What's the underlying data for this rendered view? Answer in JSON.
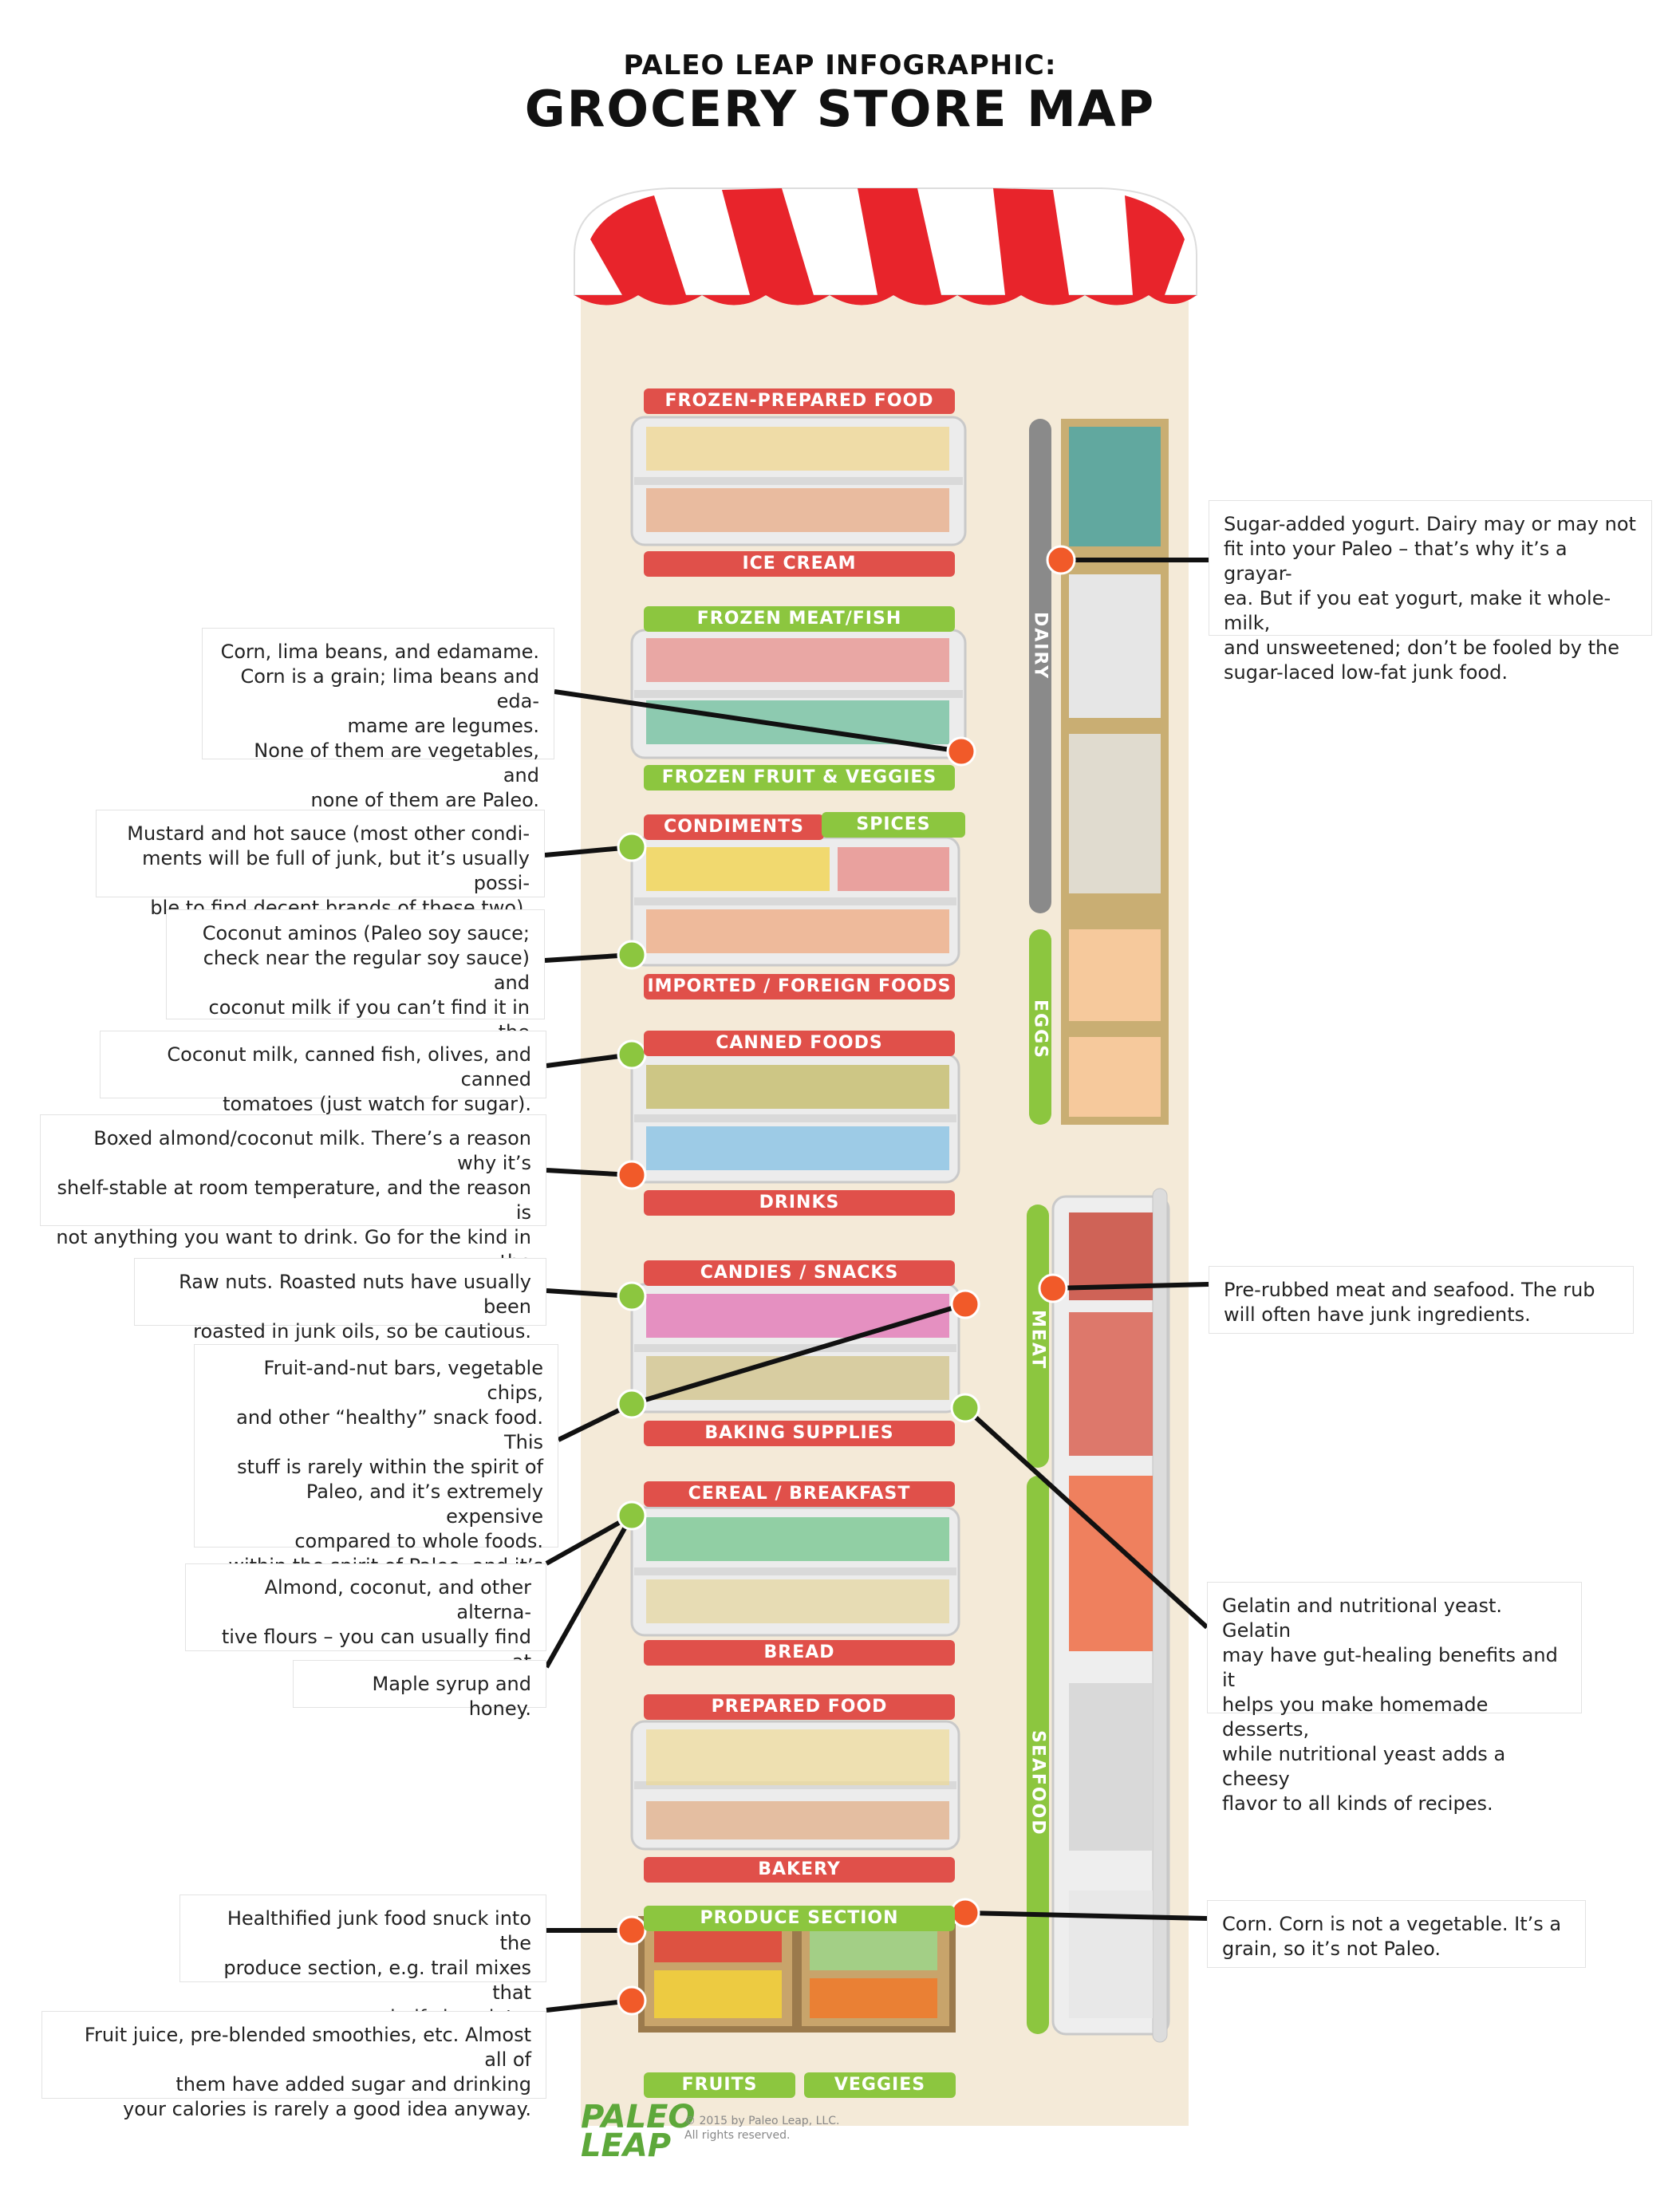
{
  "header": {
    "subtitle": "PALEO LEAP INFOGRAPHIC:",
    "title": "GROCERY STORE MAP"
  },
  "sections": {
    "frozen_prepared": "FROZEN-PREPARED FOOD",
    "ice_cream": "ICE CREAM",
    "frozen_meat": "FROZEN MEAT/FISH",
    "frozen_fruit": "FROZEN FRUIT & VEGGIES",
    "condiments": "CONDIMENTS",
    "spices": "SPICES",
    "imported": "IMPORTED / FOREIGN FOODS",
    "canned": "CANNED FOODS",
    "drinks": "DRINKS",
    "candies": "CANDIES / SNACKS",
    "baking": "BAKING SUPPLIES",
    "cereal": "CEREAL / BREAKFAST",
    "bread": "BREAD",
    "prepared": "PREPARED FOOD",
    "bakery": "BAKERY",
    "produce": "PRODUCE SECTION",
    "fruits": "FRUITS",
    "veggies": "VEGGIES",
    "dairy": "DAIRY",
    "eggs": "EGGS",
    "meat": "MEAT",
    "seafood": "SEAFOOD"
  },
  "notes": {
    "yogurt": "Sugar-added yogurt. Dairy may or may not\nfit into your Paleo – that’s why it’s a grayar-\nea. But if you eat yogurt, make it whole-milk,\nand unsweetened; don’t be fooled by the\nsugar-laced low-fat junk food.",
    "corn_lima": "Corn, lima beans, and edamame.\nCorn is a grain; lima beans and eda-\nmame are legumes.\nNone of them are vegetables, and\nnone of them are Paleo.",
    "mustard": "Mustard and hot sauce (most other condi-\nments will be full of junk, but it’s usually possi-\nble to find decent brands of these two).",
    "aminos": "Coconut aminos (Paleo soy sauce;\ncheck near the regular soy sauce) and\ncoconut milk if you can’t find it in the\ncanned foods.",
    "canned": "Coconut milk, canned fish, olives, and canned\ntomatoes (just watch for sugar).",
    "boxed_milk": "Boxed almond/coconut milk. There’s a reason why it’s\nshelf-stable at room temperature, and the reason is\nnot anything you want to drink. Go for the kind in the\nrefrigerator or canned section.",
    "raw_nuts": "Raw nuts. Roasted nuts have usually been\nroasted in junk oils, so be cautious.",
    "bars": "Fruit-and-nut bars, vegetable chips,\nand other “healthy” snack food. This\nstuff is rarely within the spirit of\nPaleo, and it’s extremely expensive\ncompared to whole foods.\nwithin the spirit of Paleo, and it’s ex-\ntremely expensive compared to\nwhole foods.",
    "flours": "Almond, coconut, and other alterna-\ntive flours – you can usually find at\nleast one or two kinds.",
    "maple": "Maple syrup and honey.",
    "healthified": "Healthified junk food snuck into the\nproduce section, e.g. trail mixes that\nare half chocolate.",
    "juice": "Fruit juice, pre-blended smoothies, etc. Almost all of\nthem have added sugar and drinking\nyour calories is rarely a good idea anyway.",
    "prerubbed": "Pre-rubbed meat and seafood. The rub\nwill often have junk ingredients.",
    "gelatin": "Gelatin and nutritional yeast. Gelatin\nmay have gut-healing benefits and it\nhelps you make homemade desserts,\nwhile nutritional yeast adds a cheesy\nflavor to all kinds of recipes.",
    "corn": "Corn. Corn is not a vegetable. It’s a\ngrain, so it’s not Paleo."
  },
  "footer": {
    "logo_top": "PALEO",
    "logo_bottom": "LEAP",
    "copyright": "© 2015 by Paleo Leap, LLC.",
    "rights": "All rights reserved."
  },
  "colors": {
    "awning_red": "#e8242b",
    "store_bg": "#f4ead8",
    "label_red": "#e0504a",
    "label_green": "#8cc63f",
    "dot_orange": "#f15a29",
    "dot_green": "#8cc63f",
    "dairy_gray": "#8a8a8a"
  }
}
